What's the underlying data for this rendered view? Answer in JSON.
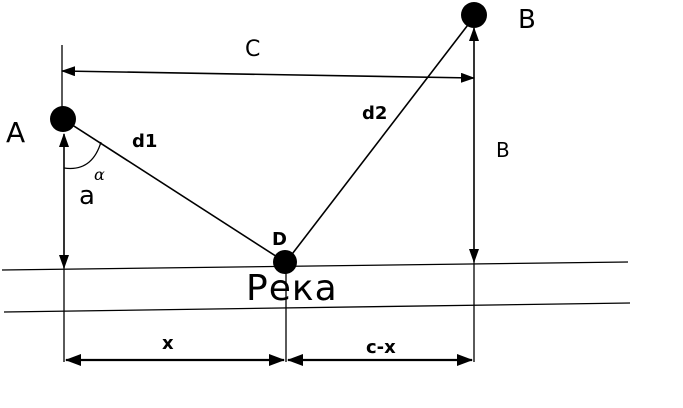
{
  "diagram": {
    "points": {
      "a": "A",
      "b": "B",
      "d": "D"
    },
    "segments": {
      "d1": "d1",
      "d2": "d2",
      "c": "C",
      "a": "a",
      "b": "B",
      "x": "x",
      "cx": "c-x"
    },
    "angle": "α",
    "river": "Река"
  },
  "colors": {
    "ink": "#000000",
    "background": "#ffffff"
  }
}
